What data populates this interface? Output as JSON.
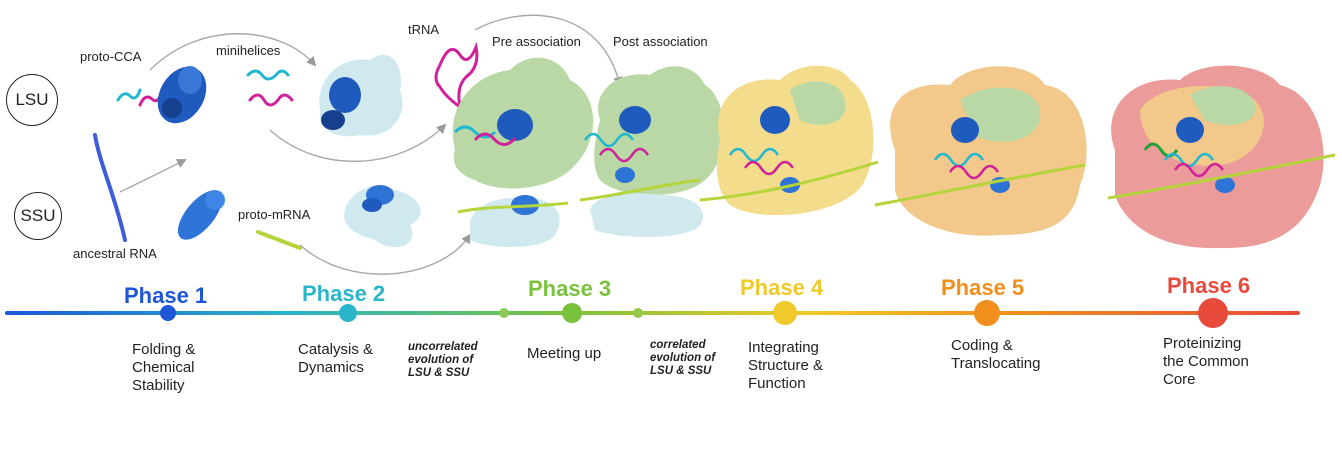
{
  "subunits": {
    "lsu": "LSU",
    "ssu": "SSU"
  },
  "molecule_labels": {
    "proto_cca": "proto-CCA",
    "minihelices": "minihelices",
    "trna": "tRNA",
    "pre_association": "Pre association",
    "post_association": "Post association",
    "proto_mrna": "proto-mRNA",
    "ancestral_rna": "ancestral RNA"
  },
  "colors": {
    "lsu_core": "#1f5bbf",
    "ssu_core": "#2e73d6",
    "ssu_pale": "#cfe9ee",
    "lsu_green": "#b9d8a6",
    "lsu_yellow": "#f3dc8c",
    "lsu_peach": "#f2c98a",
    "lsu_pink": "#ec9b9b",
    "trna_cyan": "#1fb8d0",
    "trna_magenta": "#d0209a",
    "mrna": "#b5d33a",
    "arrow": "#9a9a9a"
  },
  "phases": [
    {
      "title": "Phase 1",
      "color": "#1d57d8",
      "description": "Folding &\nChemical\nStability"
    },
    {
      "title": "Phase 2",
      "color": "#2ab5c8",
      "description": "Catalysis &\nDynamics"
    },
    {
      "title": "Phase 3",
      "color": "#7ac13e",
      "description": "Meeting up"
    },
    {
      "title": "Phase 4",
      "color": "#f0c92a",
      "description": "Integrating\nStructure &\nFunction"
    },
    {
      "title": "Phase 5",
      "color": "#f18f1c",
      "description": "Coding &\nTranslocating"
    },
    {
      "title": "Phase 6",
      "color": "#e84a3c",
      "description": "Proteinizing\nthe Common\nCore"
    }
  ],
  "evolution_notes": [
    {
      "text": "uncorrelated\nevolution of\nLSU & SSU"
    },
    {
      "text": "correlated\nevolution of\nLSU & SSU"
    }
  ]
}
